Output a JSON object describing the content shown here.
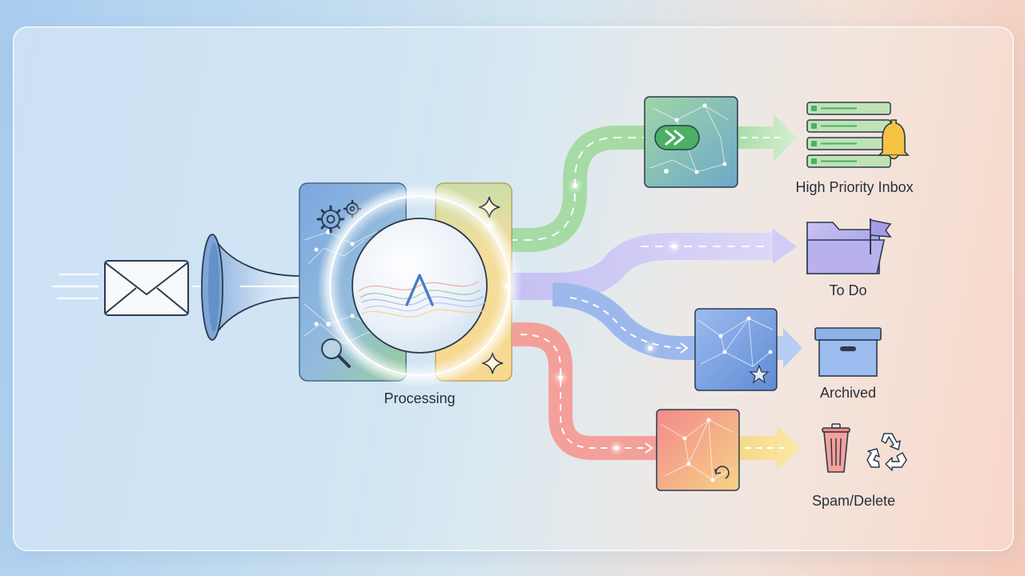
{
  "labels": {
    "processing": "Processing",
    "high_priority": "High Priority Inbox",
    "to_do": "To Do",
    "archived": "Archived",
    "spam": "Spam/Delete"
  },
  "colors": {
    "green": "#7cc47f",
    "purple": "#aeaaea",
    "blue": "#7c9fe0",
    "red": "#f08e86",
    "yellow": "#f6d98a"
  },
  "icons": {
    "center": "caret-up-icon",
    "left_panel": [
      "gears-icon",
      "magnifier-icon"
    ],
    "right_panel": [
      "sparkle-icon",
      "sparkle-icon"
    ],
    "high_priority": "list-bell-icon",
    "to_do": "folder-flag-icon",
    "archived": "archive-box-icon",
    "spam": [
      "trash-can-icon",
      "recycle-icon"
    ]
  }
}
